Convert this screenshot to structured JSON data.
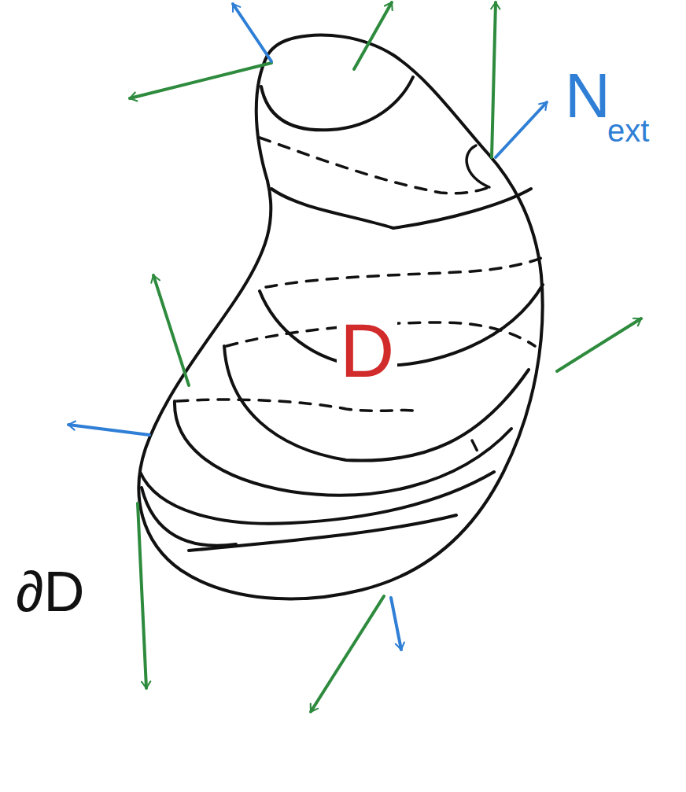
{
  "diagram": {
    "labels": [
      "N",
      "ext",
      "D",
      "∂D"
    ]
  }
}
